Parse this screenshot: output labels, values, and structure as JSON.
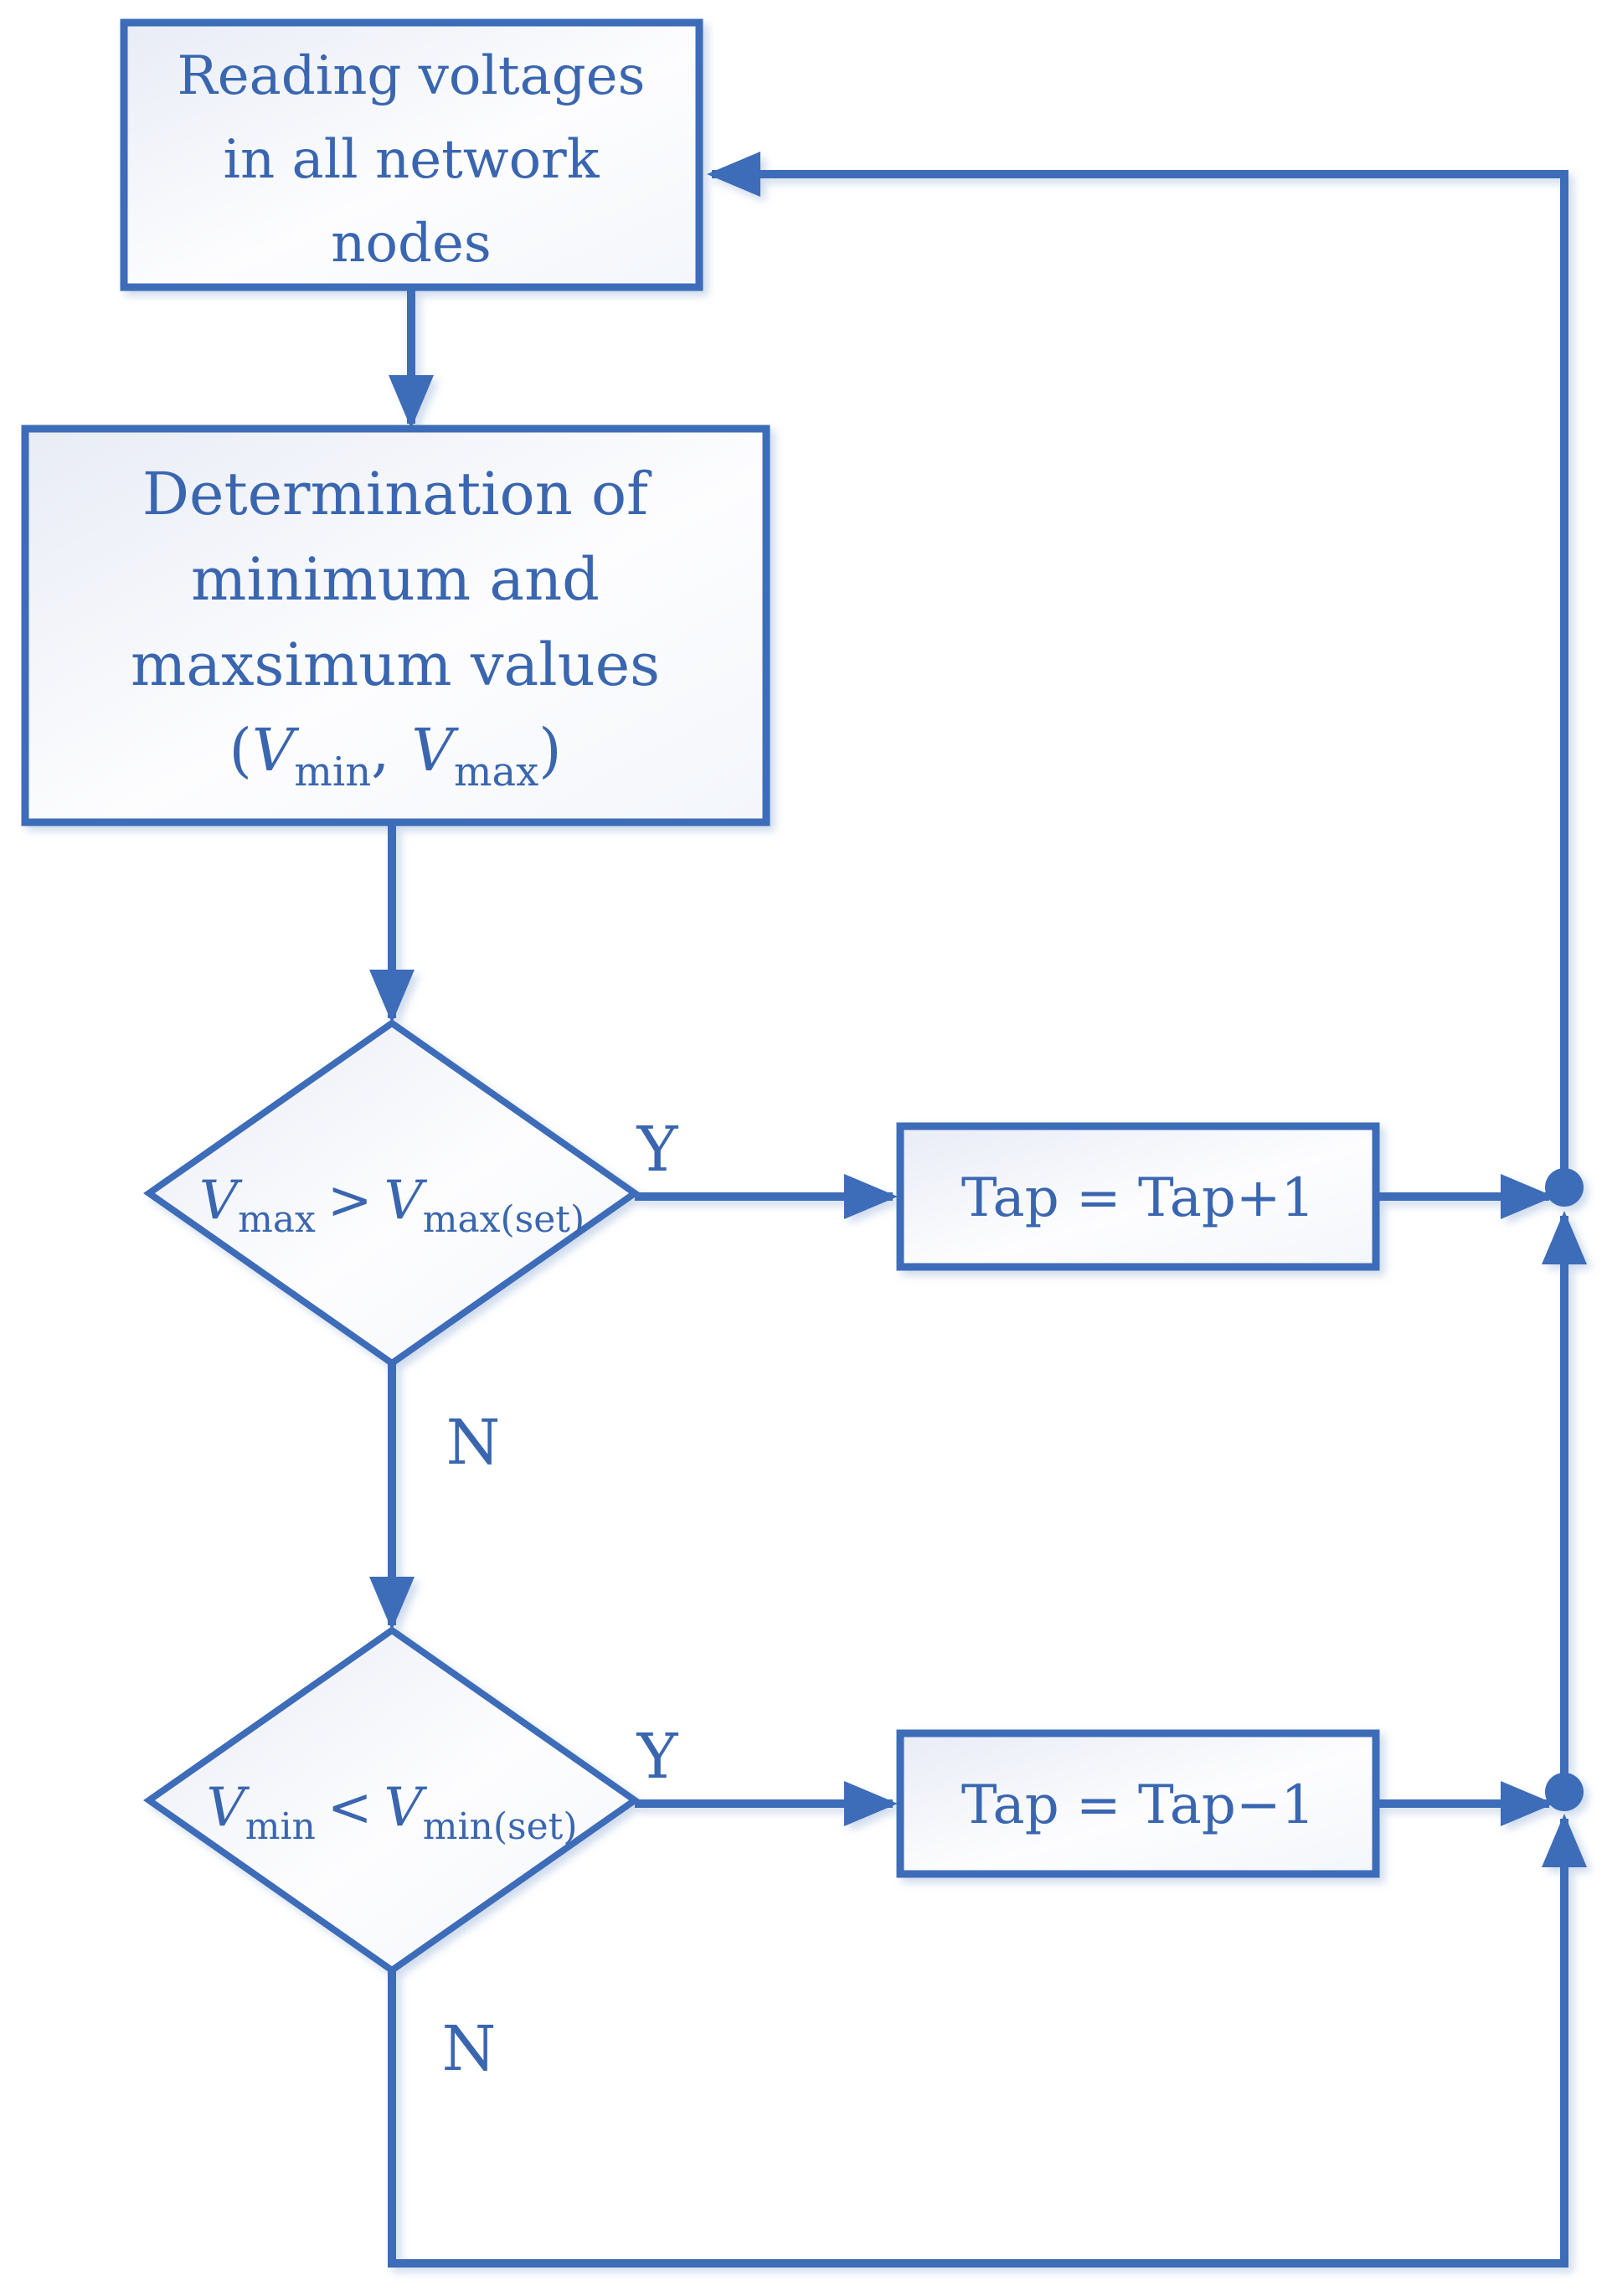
{
  "diagram": {
    "colors": {
      "stroke_blue": "#3e6cb8",
      "text_blue": "#3a66b0",
      "fill_light": "#e8ecf6",
      "fill_white": "#fdfdfe"
    },
    "nodes": {
      "reading": {
        "lines": [
          "Reading voltages",
          "in all network",
          "nodes"
        ]
      },
      "determination": {
        "lines": [
          "Determination of",
          "minimum and",
          "maxsimum values"
        ],
        "formula": {
          "open": "(",
          "v1": "V",
          "s1": "min",
          "comma": ",",
          "v2": "V",
          "s2": "max",
          "close": ")"
        }
      },
      "decision_max": {
        "v1": "V",
        "s1": "max",
        "op": ">",
        "v2": "V",
        "s2": "max(set)"
      },
      "decision_min": {
        "v1": "V",
        "s1": "min",
        "op": "<",
        "v2": "V",
        "s2": "min(set)"
      },
      "tap_increase": {
        "label": "Tap = Tap+1"
      },
      "tap_decrease": {
        "label": "Tap = Tap−1"
      }
    },
    "edge_labels": {
      "yes_max": "Y",
      "no_max": "N",
      "yes_min": "Y",
      "no_min": "N"
    }
  }
}
